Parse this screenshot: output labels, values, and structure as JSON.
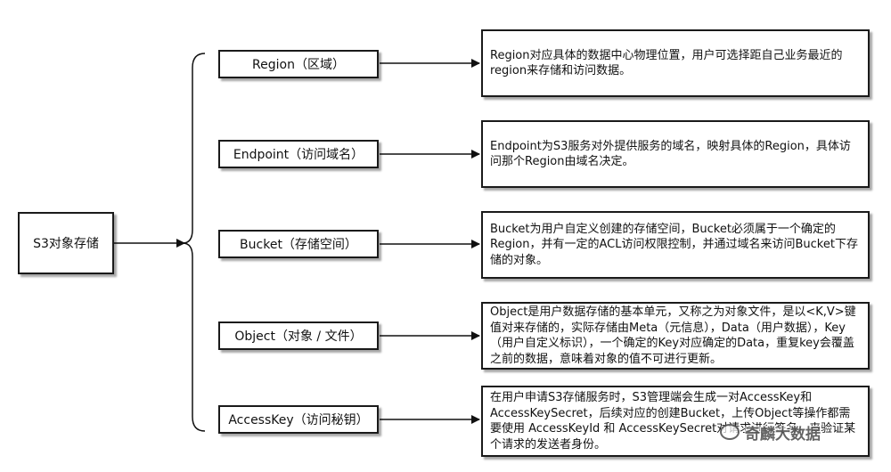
{
  "root": {
    "label": "S3对象存储"
  },
  "concepts": [
    {
      "label": "Region（区域）",
      "description": "Region对应具体的数据中心物理位置，用户可选择距自己业务最近的region来存储和访问数据。"
    },
    {
      "label": "Endpoint（访问域名）",
      "description": "Endpoint为S3服务对外提供服务的域名，映射具体的Region，具体访问那个Region由域名决定。"
    },
    {
      "label": "Bucket（存储空间）",
      "description": "Bucket为用户自定义创建的存储空间，Bucket必须属于一个确定的Region，并有一定的ACL访问权限控制，并通过域名来访问Bucket下存储的对象。"
    },
    {
      "label": "Object（对象 / 文件）",
      "description": "Object是用户数据存储的基本单元，又称之为对象文件，是以<K,V>键值对来存储的，实际存储由Meta（元信息），Data（用户数据），Key（用户自定义标识），一个确定的Key对应确定的Data，重复key会覆盖之前的数据，意味着对象的值不可进行更新。"
    },
    {
      "label": "AccessKey（访问秘钥）",
      "description": "在用户申请S3存储服务时，S3管理端会生成一对AccessKey和AccessKeySecret，后续对应的创建Bucket，上传Object等操作都需要使用 AccessKeyId 和 AccessKeySecret对请求进行签名，来验证某个请求的发送者身份。"
    }
  ],
  "watermark": {
    "text": "奇麟大数据"
  }
}
